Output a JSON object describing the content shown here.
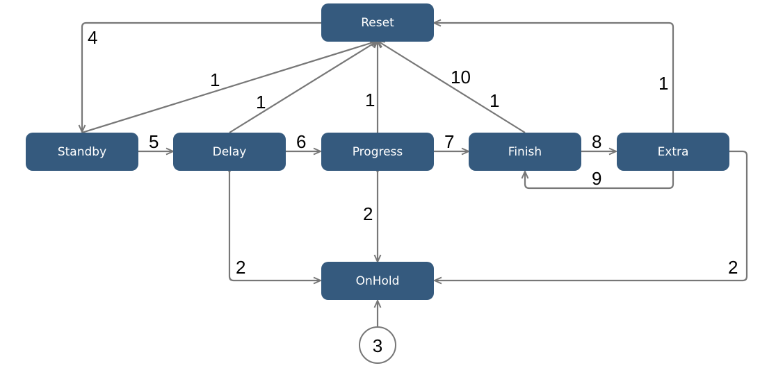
{
  "colors": {
    "state_fill": "#355a7e",
    "state_text": "#ffffff",
    "edge": "#777777",
    "label": "#000000",
    "background": "#ffffff"
  },
  "states": {
    "reset": "Reset",
    "standby": "Standby",
    "delay": "Delay",
    "progress": "Progress",
    "finish": "Finish",
    "extra": "Extra",
    "onhold": "OnHold"
  },
  "initial_state": {
    "label": "3",
    "target": "OnHold"
  },
  "transitions": [
    {
      "from": "Reset",
      "to": "Standby",
      "label": "4"
    },
    {
      "from": "Standby",
      "to": "Reset",
      "label": "1"
    },
    {
      "from": "Delay",
      "to": "Reset",
      "label": "1"
    },
    {
      "from": "Progress",
      "to": "Reset",
      "label": "1"
    },
    {
      "from": "Finish",
      "to": "Reset",
      "label": "1"
    },
    {
      "from": "Finish",
      "to": "Reset",
      "label": "10"
    },
    {
      "from": "Extra",
      "to": "Reset",
      "label": "1"
    },
    {
      "from": "Standby",
      "to": "Delay",
      "label": "5"
    },
    {
      "from": "Delay",
      "to": "Progress",
      "label": "6"
    },
    {
      "from": "Progress",
      "to": "Finish",
      "label": "7"
    },
    {
      "from": "Finish",
      "to": "Extra",
      "label": "8"
    },
    {
      "from": "Extra",
      "to": "Finish",
      "label": "9"
    },
    {
      "from": "Progress",
      "to": "OnHold",
      "label": "2"
    },
    {
      "from": "Delay",
      "to": "OnHold",
      "label": "2"
    },
    {
      "from": "Extra",
      "to": "OnHold",
      "label": "2"
    }
  ]
}
